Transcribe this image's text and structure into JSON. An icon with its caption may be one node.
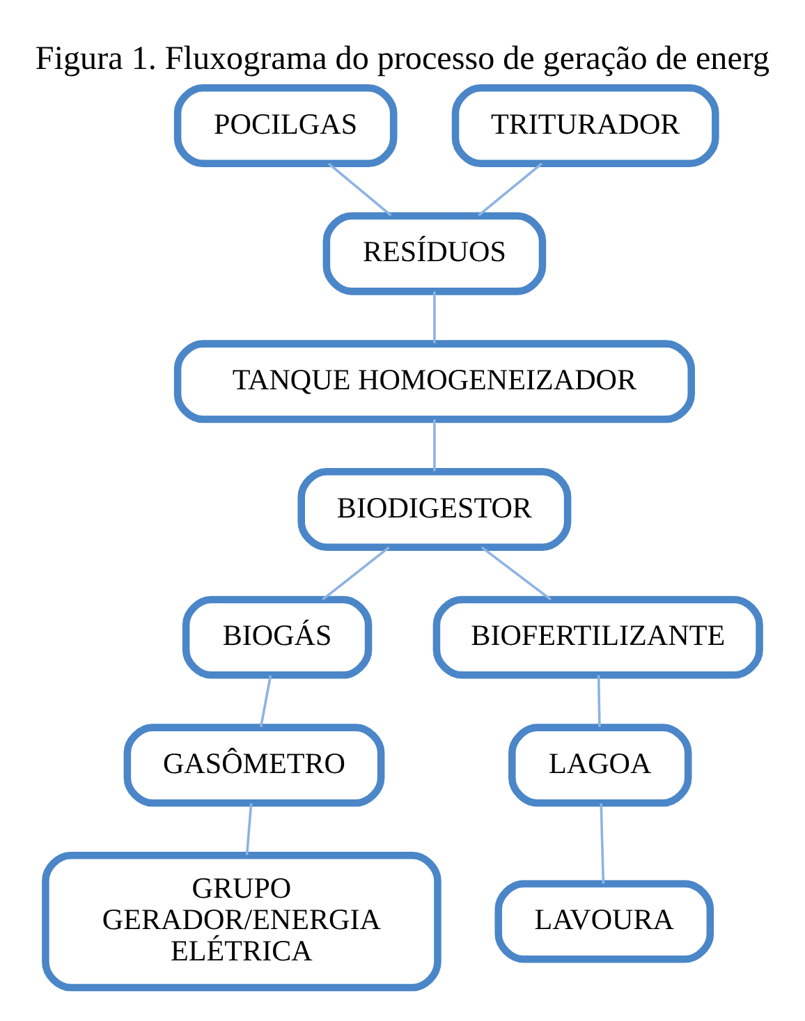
{
  "diagram": {
    "title": "Figura 1. Fluxograma do processo de geração de energ",
    "nodes": [
      {
        "text": [
          "POCILGAS"
        ]
      },
      {
        "text": [
          "TRITURADOR"
        ]
      },
      {
        "text": [
          "RESÍDUOS"
        ]
      },
      {
        "text": [
          "TANQUE HOMOGENEIZADOR"
        ]
      },
      {
        "text": [
          "BIODIGESTOR"
        ]
      },
      {
        "text": [
          "BIOGÁS"
        ]
      },
      {
        "text": [
          "BIOFERTILIZANTE"
        ]
      },
      {
        "text": [
          "GASÔMETRO"
        ]
      },
      {
        "text": [
          "LAGOA"
        ]
      },
      {
        "text": [
          "GRUPO GERADOR/ENERGIA ELÉTRICA"
        ]
      },
      {
        "text": [
          "LAVOURA"
        ]
      }
    ],
    "edges": [
      {
        "from": 0,
        "to": 2,
        "arrow": "none"
      },
      {
        "from": 1,
        "to": 2,
        "arrow": "none"
      },
      {
        "from": 2,
        "to": 3,
        "arrow": "none"
      },
      {
        "from": 3,
        "to": 4,
        "arrow": "none"
      },
      {
        "from": 4,
        "to": 5,
        "arrow": "none"
      },
      {
        "from": 4,
        "to": 6,
        "arrow": "none"
      },
      {
        "from": 5,
        "to": 7,
        "arrow": "none"
      },
      {
        "from": 7,
        "to": 9,
        "arrow": "none"
      },
      {
        "from": 6,
        "to": 8,
        "arrow": "none"
      },
      {
        "from": 8,
        "to": 10,
        "arrow": "none"
      }
    ]
  }
}
